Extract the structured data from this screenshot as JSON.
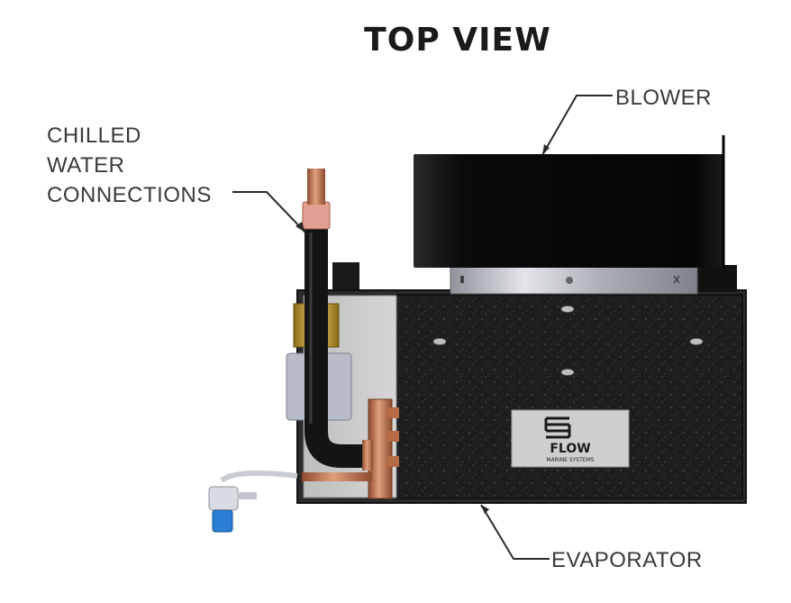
{
  "title": "TOP VIEW",
  "labels": {
    "chilled_line1": "CHILLED",
    "chilled_line2": "WATER",
    "chilled_line3": "CONNECTIONS",
    "blower": "BLOWER",
    "evaporator": "EVAPORATOR"
  },
  "logo": {
    "brand": "FLOW",
    "tagline": "MARINE SYSTEMS"
  },
  "colors": {
    "blower_body": "#0b0b0b",
    "blower_ring": "#b9bcc3",
    "evaporator_body": "#1e1e1e",
    "side_panel": "#c9c9c9",
    "insulated_pipe": "#141414",
    "copper": "#c77a55",
    "brass": "#c9a03a",
    "valve_handle": "#2a7fd4"
  }
}
